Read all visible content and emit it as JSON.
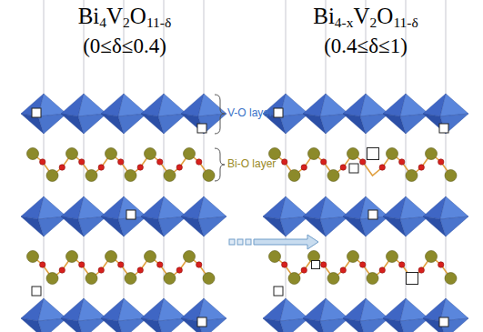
{
  "diagram": {
    "labels": [
      "Bi4V2O11-δ",
      "(0≤δ≤0.4)",
      "Bi4-xV2O11-δ",
      "(0.4≤δ≤1)",
      "V-O layer",
      "Bi-O layer"
    ]
  }
}
